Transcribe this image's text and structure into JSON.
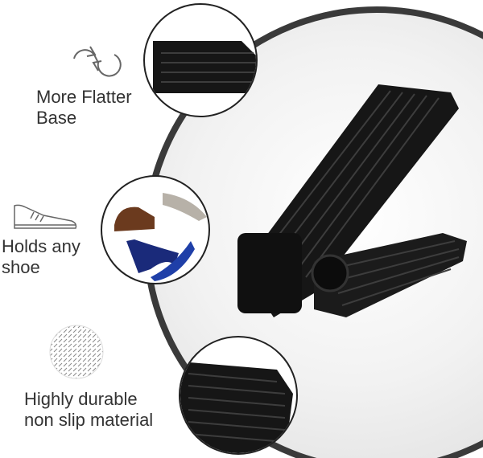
{
  "features": [
    {
      "label_line1": "More Flatter",
      "label_line2": "Base",
      "icon": "recycle-icon"
    },
    {
      "label_line1": "Holds any",
      "label_line2": "shoe",
      "icon": "shoe-outline-icon"
    },
    {
      "label_line1": "Highly durable",
      "label_line2": "non slip material",
      "icon": "textured-surface-icon"
    }
  ],
  "colors": {
    "ring": "#3a3a3a",
    "product": "#161616",
    "text": "#333333"
  }
}
